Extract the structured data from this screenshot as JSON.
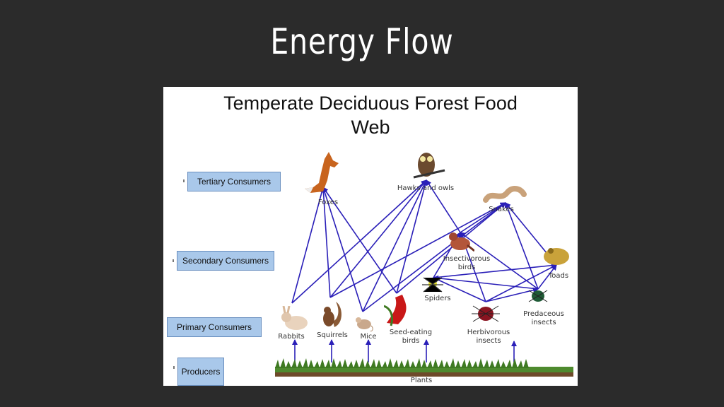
{
  "slide": {
    "title": "Energy Flow"
  },
  "figure": {
    "title_line1": "Temperate Deciduous Forest Food",
    "title_line2": "Web",
    "levels": {
      "tertiary": "Tertiary Consumers",
      "secondary": "Secondary Consumers",
      "primary": "Primary Consumers",
      "producers": "Producers"
    },
    "organisms": {
      "foxes": "Foxes",
      "hawks": "Hawks and owls",
      "snakes": "Snakes",
      "insectivorous_1": "Insectivorous",
      "insectivorous_2": "birds",
      "toads": "Toads",
      "spiders": "Spiders",
      "predaceous_1": "Predaceous",
      "predaceous_2": "insects",
      "herbivorous_1": "Herbivorous",
      "herbivorous_2": "insects",
      "rabbits": "Rabbits",
      "squirrels": "Squirrels",
      "mice": "Mice",
      "seedeating_1": "Seed-eating",
      "seedeating_2": "birds",
      "plants": "Plants"
    },
    "links": [
      [
        "plants",
        "rabbits"
      ],
      [
        "plants",
        "squirrels"
      ],
      [
        "plants",
        "mice"
      ],
      [
        "plants",
        "seedbirds"
      ],
      [
        "plants",
        "herbinsects"
      ],
      [
        "rabbits",
        "foxes"
      ],
      [
        "rabbits",
        "hawks"
      ],
      [
        "squirrels",
        "foxes"
      ],
      [
        "squirrels",
        "hawks"
      ],
      [
        "squirrels",
        "snakes"
      ],
      [
        "mice",
        "foxes"
      ],
      [
        "mice",
        "hawks"
      ],
      [
        "mice",
        "snakes"
      ],
      [
        "seedbirds",
        "foxes"
      ],
      [
        "seedbirds",
        "hawks"
      ],
      [
        "seedbirds",
        "snakes"
      ],
      [
        "insectbirds",
        "hawks"
      ],
      [
        "insectbirds",
        "snakes"
      ],
      [
        "herbinsects",
        "insectbirds"
      ],
      [
        "herbinsects",
        "spiders"
      ],
      [
        "herbinsects",
        "predinsects"
      ],
      [
        "herbinsects",
        "toads"
      ],
      [
        "spiders",
        "insectbirds"
      ],
      [
        "spiders",
        "toads"
      ],
      [
        "predinsects",
        "spiders"
      ],
      [
        "predinsects",
        "toads"
      ],
      [
        "predinsects",
        "insectbirds"
      ],
      [
        "predinsects",
        "snakes"
      ],
      [
        "toads",
        "snakes"
      ]
    ],
    "colors": {
      "arrow": "#2a1fb8",
      "level_box": "#a9c8ea"
    }
  }
}
